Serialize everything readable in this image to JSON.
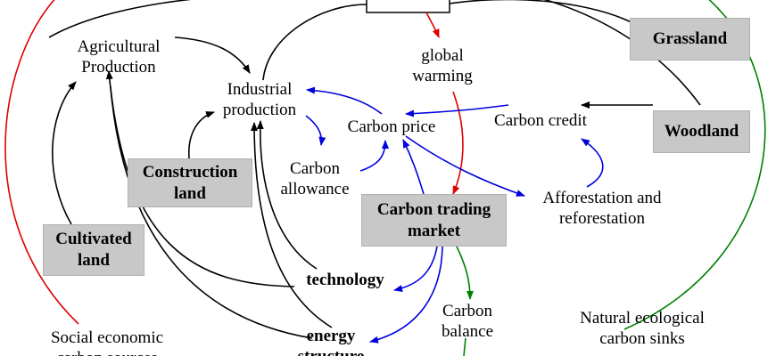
{
  "nodes": {
    "agricultural_production": "Agricultural\nProduction",
    "industrial_production": "Industrial\nproduction",
    "global_warming": "global\nwarming",
    "grassland": "Grassland",
    "woodland": "Woodland",
    "carbon_price": "Carbon price",
    "carbon_credit": "Carbon credit",
    "construction_land": "Construction\nland",
    "carbon_allowance": "Carbon\nallowance",
    "carbon_trading_market": "Carbon trading\nmarket",
    "afforestation": "Afforestation and\nreforestation",
    "cultivated_land": "Cultivated\nland",
    "technology": "technology",
    "carbon_balance": "Carbon\nbalance",
    "natural_sinks": "Natural ecological\ncarbon sinks",
    "social_sources": "Social economic\ncarbon sources",
    "energy_structure": "energy\nstructure"
  },
  "colors": {
    "black": "#000000",
    "blue": "#0000dd",
    "red": "#e00000",
    "green": "#008000",
    "box_fill": "#c8c8c8"
  }
}
